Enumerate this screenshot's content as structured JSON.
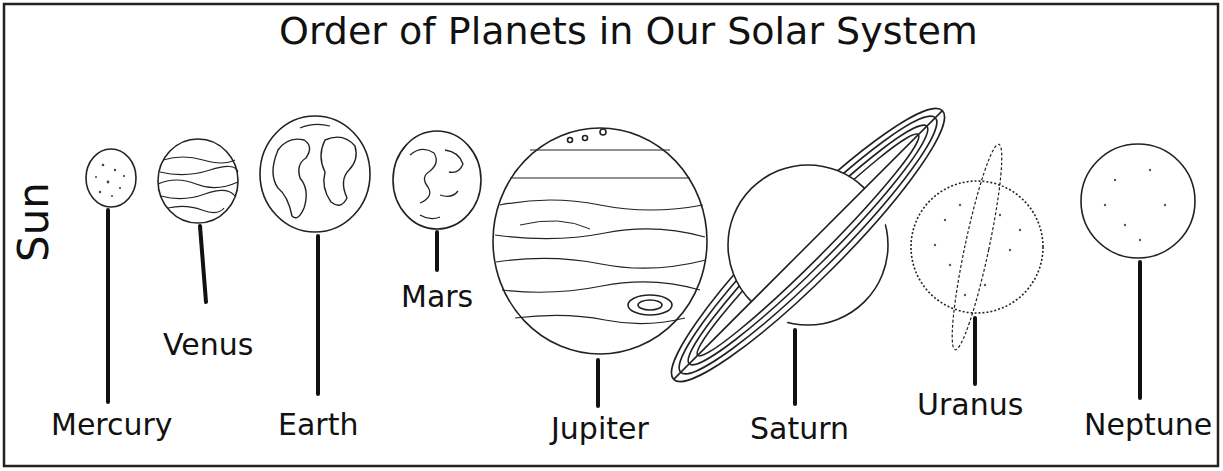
{
  "diagram": {
    "title": "Order of Planets in Our Solar System",
    "labels": [
      "Sun",
      "Mercury",
      "Venus",
      "Earth",
      "Mars",
      "Jupiter",
      "Saturn",
      "Uranus",
      "Neptune"
    ]
  }
}
